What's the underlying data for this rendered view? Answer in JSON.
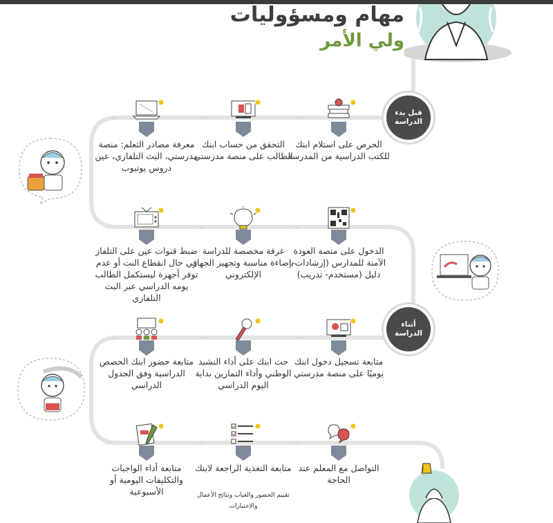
{
  "header": {
    "title_line1": "مهام ومسؤوليات",
    "title_line2": "ولي الأمر"
  },
  "phases": {
    "before": "قبل بدء الدراسة",
    "during": "أثناء الدراسة"
  },
  "rows": [
    {
      "items": [
        {
          "icon": "apple-books-icon",
          "text": "الحرص على استلام ابنك للكتب الدراسية من المدرسة"
        },
        {
          "icon": "school-platform-icon",
          "text": "التحقق من حساب ابنك الطالب على منصة مدرستي"
        },
        {
          "icon": "laptop-icon",
          "text": "معرفة مصادر التعلم: منصة مدرستي، البث التلفازي، عين دروس يوتيوب"
        }
      ]
    },
    {
      "items": [
        {
          "icon": "qr-code-icon",
          "text": "الدخول على منصة العودة الآمنة للمدارس (إرشادات- دليل (مستخدم- تدريب)"
        },
        {
          "icon": "lightbulb-icon",
          "text": "غرفة مخصصة للدراسة بإضاءة مناسبة وتجهيز الجهاز الإلكتروني"
        },
        {
          "icon": "tv-icon",
          "text": "ضبط قنوات عين على التلفاز في حال انقطاع النت أو عدم توفر أجهزة ليستكمل الطالب يومه الدراسي عبر البث التلفازي"
        }
      ]
    },
    {
      "items": [
        {
          "icon": "online-login-icon",
          "text": "متابعة تسجيل دخول ابنك يوميًا على منصة مدرستي"
        },
        {
          "icon": "microphone-icon",
          "text": "حث ابنك على أداء النشيد الوطني وأداء التمارين بداية اليوم الدراسي"
        },
        {
          "icon": "attendance-icon",
          "text": "متابعة حضور ابنك الحصص الدراسية وفق الجدول الدراسي"
        }
      ]
    },
    {
      "items": [
        {
          "icon": "chat-bubbles-icon",
          "text": "التواصل مع المعلم عند الحاجة"
        },
        {
          "icon": "checklist-icon",
          "text": "متابعة التغذية الراجعة لابنك",
          "sub": "تقييم الحضور والغياب ونتائج الأعمال والاختبارات"
        },
        {
          "icon": "homework-pencil-icon",
          "text": "متابعة أداء الواجبات والتكليفات اليومية أو الأسبوعية"
        }
      ]
    }
  ],
  "colors": {
    "title_dark": "#3d3d3d",
    "title_green": "#6f9a3c",
    "marker": "#7d8a99",
    "badge": "#f3c318",
    "path": "#dddddd",
    "teal_bg": "#bfe3dc"
  }
}
